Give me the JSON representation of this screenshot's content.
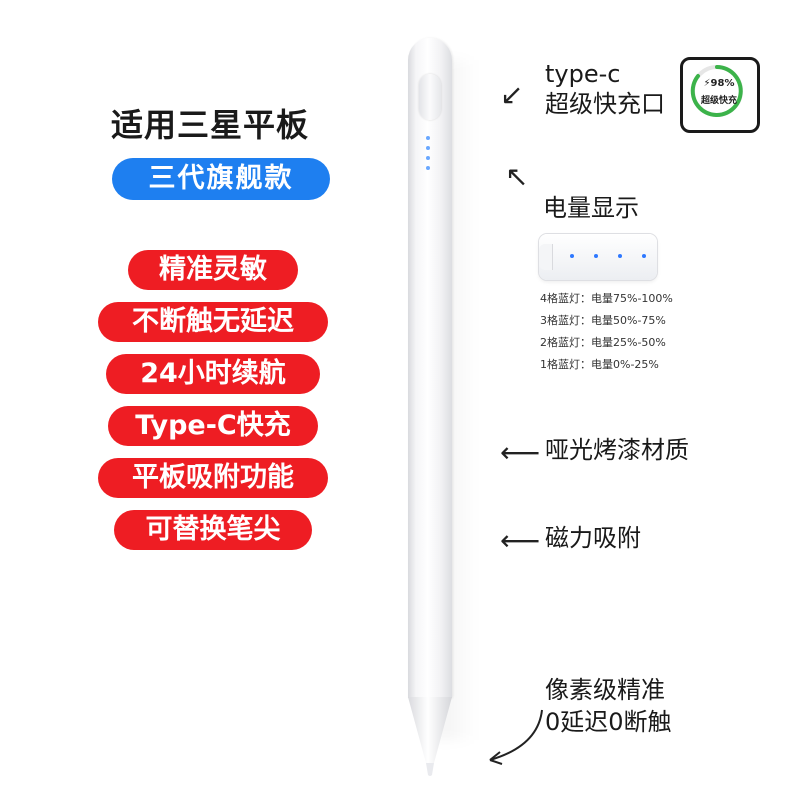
{
  "left": {
    "title": "适用三星平板",
    "edition": "三代旗舰款",
    "features": [
      "精准灵敏",
      "不断触无延迟",
      "24小时续航",
      "Type-C快充",
      "平板吸附功能",
      "可替换笔尖"
    ]
  },
  "callouts": {
    "charging_line1": "type-c",
    "charging_line2": "超级快充口",
    "battery_title": "电量显示",
    "matte": "哑光烤漆材质",
    "magnetic": "磁力吸附",
    "precision_line1": "像素级精准",
    "precision_line2": "0延迟0断触"
  },
  "fast_badge": {
    "percent": "98%",
    "text": "超级快充"
  },
  "battery_legend": [
    "4格蓝灯：电量75%-100%",
    "3格蓝灯：电量50%-75%",
    "2格蓝灯：电量25%-50%",
    "1格蓝灯：电量0%-25%"
  ],
  "colors": {
    "edition_blue": "#1e7ff0",
    "feature_red": "#ee1d23",
    "led_blue": "#2d78ff",
    "badge_green": "#3cb34a"
  }
}
